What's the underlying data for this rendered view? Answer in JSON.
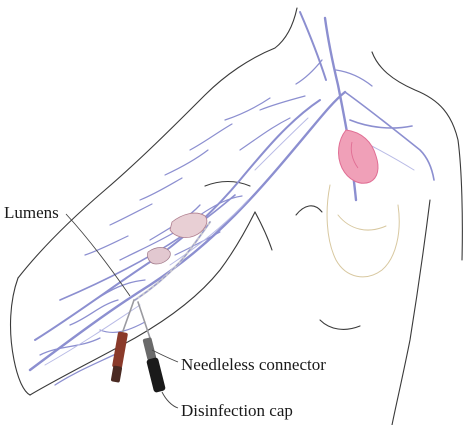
{
  "labels": {
    "lumens": "Lumens",
    "needleless_connector": "Needleless connector",
    "disinfection_cap": "Disinfection cap"
  },
  "colors": {
    "outline": "#3a3a3a",
    "vein": "#8c8fd0",
    "vein_light": "#b9bbe6",
    "heart": "#f0a0b8",
    "heart_dark": "#e06e94",
    "catheter_red": "#8a3a2a",
    "cap_black": "#1a1a1a",
    "leader": "#444444"
  }
}
